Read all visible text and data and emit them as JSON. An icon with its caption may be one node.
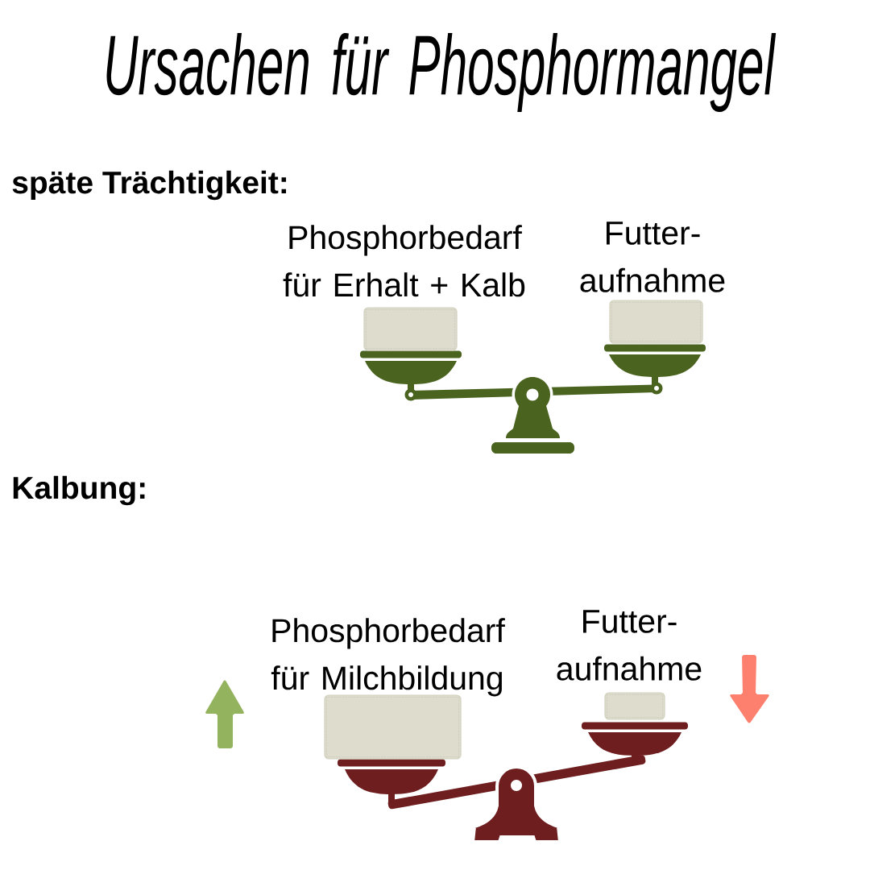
{
  "diagram": {
    "title": "Ursachen für Phosphormangel",
    "nodes": [
      {
        "text": [
          "Phosphorbedarf für Erhalt + Kalb"
        ]
      },
      {
        "text": [
          "Futter- aufnahme"
        ]
      },
      {
        "text": [
          "Phosphorbedarf für Milchbildung"
        ]
      },
      {
        "text": [
          "Futter- aufnahme"
        ]
      }
    ],
    "labels": [
      "späte Trächtigkeit:",
      "Kalbung:"
    ]
  }
}
